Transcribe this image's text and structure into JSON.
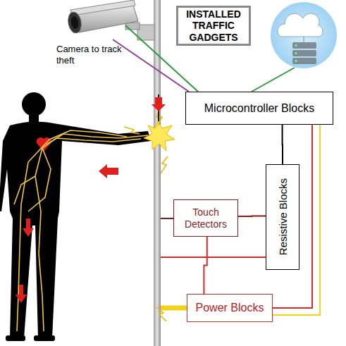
{
  "diagram": {
    "nodes": [
      {
        "text": [
          "INSTALLED TRAFFIC GADGETS"
        ]
      },
      {
        "text": [
          "Microcontroller Blocks"
        ]
      },
      {
        "text": [
          "Resistive Blocks"
        ]
      },
      {
        "text": [
          "Touch Detectors"
        ]
      },
      {
        "text": [
          "Power Blocks"
        ]
      }
    ],
    "edges": [
      {
        "from": 1,
        "to": 2,
        "arrow": "none"
      },
      {
        "from": 1,
        "to": 4,
        "arrow": "none"
      },
      {
        "from": 1,
        "to": 4,
        "arrow": "none"
      },
      {
        "from": 3,
        "to": 2,
        "arrow": "none"
      },
      {
        "from": 3,
        "to": 4,
        "arrow": "none"
      }
    ],
    "labels": [
      "Camera to track theft"
    ]
  }
}
